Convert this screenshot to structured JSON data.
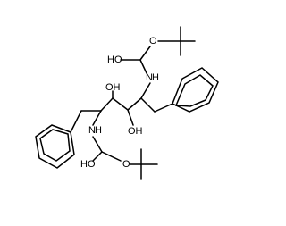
{
  "figure": {
    "type": "chemical-structure",
    "atom_labels": {
      "top_carbamate_oxygen": "O",
      "top_carbonyl_oh": "HO",
      "top_nitrogen": "N",
      "top_nitrogen_h": "H",
      "upper_hydroxyl": "OH",
      "lower_hydroxyl": "OH",
      "bottom_nitrogen": "N",
      "bottom_nitrogen_h": "H",
      "bottom_carbonyl_oh": "HO",
      "bottom_carbamate_oxygen": "O"
    }
  }
}
